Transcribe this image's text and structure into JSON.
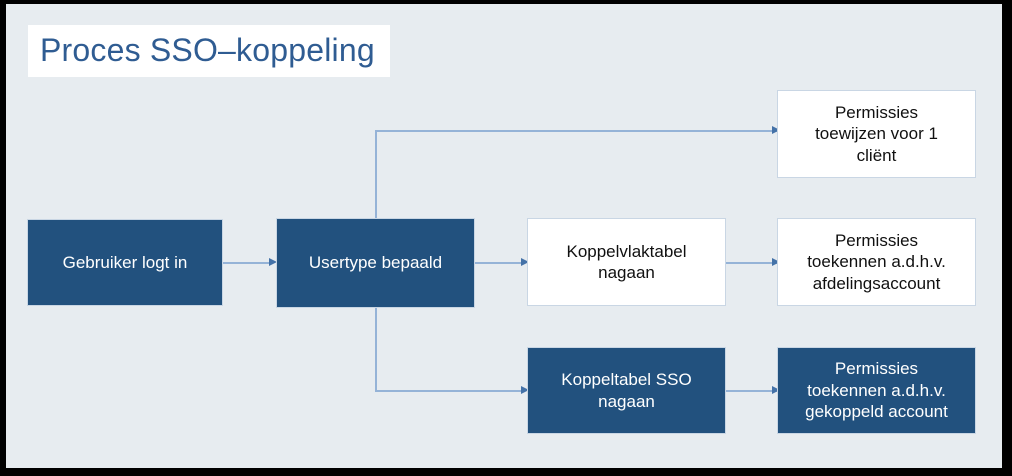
{
  "diagram": {
    "title": "Proces SSO–koppeling",
    "colors": {
      "background": "#e7ecf0",
      "frame": "#000000",
      "node_fill": "#22517e",
      "node_outline_fill": "#ffffff",
      "node_border": "#c9d6e4",
      "connector": "#95b3d7",
      "arrowhead": "#4472a8",
      "title_text": "#2f5c92"
    },
    "nodes": [
      {
        "id": "gebruiker-logt-in",
        "label": "Gebruiker logt in",
        "style": "filled"
      },
      {
        "id": "usertype-bepaald",
        "label": "Usertype bepaald",
        "style": "filled"
      },
      {
        "id": "permissies-1-client",
        "label": "Permissies\ntoewijzen voor 1\ncliënt",
        "style": "outlined"
      },
      {
        "id": "koppelvlaktabel-nagaan",
        "label": "Koppelvlaktabel\nnagaan",
        "style": "outlined"
      },
      {
        "id": "permissies-afdeling",
        "label": "Permissies\ntoekennen a.d.h.v.\nafdelingsaccount",
        "style": "outlined"
      },
      {
        "id": "koppeltabel-sso-nagaan",
        "label": "Koppeltabel SSO\nnagaan",
        "style": "filled"
      },
      {
        "id": "permissies-gekoppeld",
        "label": "Permissies\ntoekennen a.d.h.v.\ngekoppeld account",
        "style": "filled"
      }
    ],
    "edges": [
      {
        "id": "e1",
        "from": "gebruiker-logt-in",
        "to": "usertype-bepaald",
        "kind": "straight"
      },
      {
        "id": "e2",
        "from": "usertype-bepaald",
        "to": "permissies-1-client",
        "kind": "elbow-up"
      },
      {
        "id": "e3",
        "from": "usertype-bepaald",
        "to": "koppelvlaktabel-nagaan",
        "kind": "straight"
      },
      {
        "id": "e4",
        "from": "usertype-bepaald",
        "to": "koppeltabel-sso-nagaan",
        "kind": "elbow-down"
      },
      {
        "id": "e5",
        "from": "koppelvlaktabel-nagaan",
        "to": "permissies-afdeling",
        "kind": "straight"
      },
      {
        "id": "e6",
        "from": "koppeltabel-sso-nagaan",
        "to": "permissies-gekoppeld",
        "kind": "straight"
      }
    ]
  }
}
